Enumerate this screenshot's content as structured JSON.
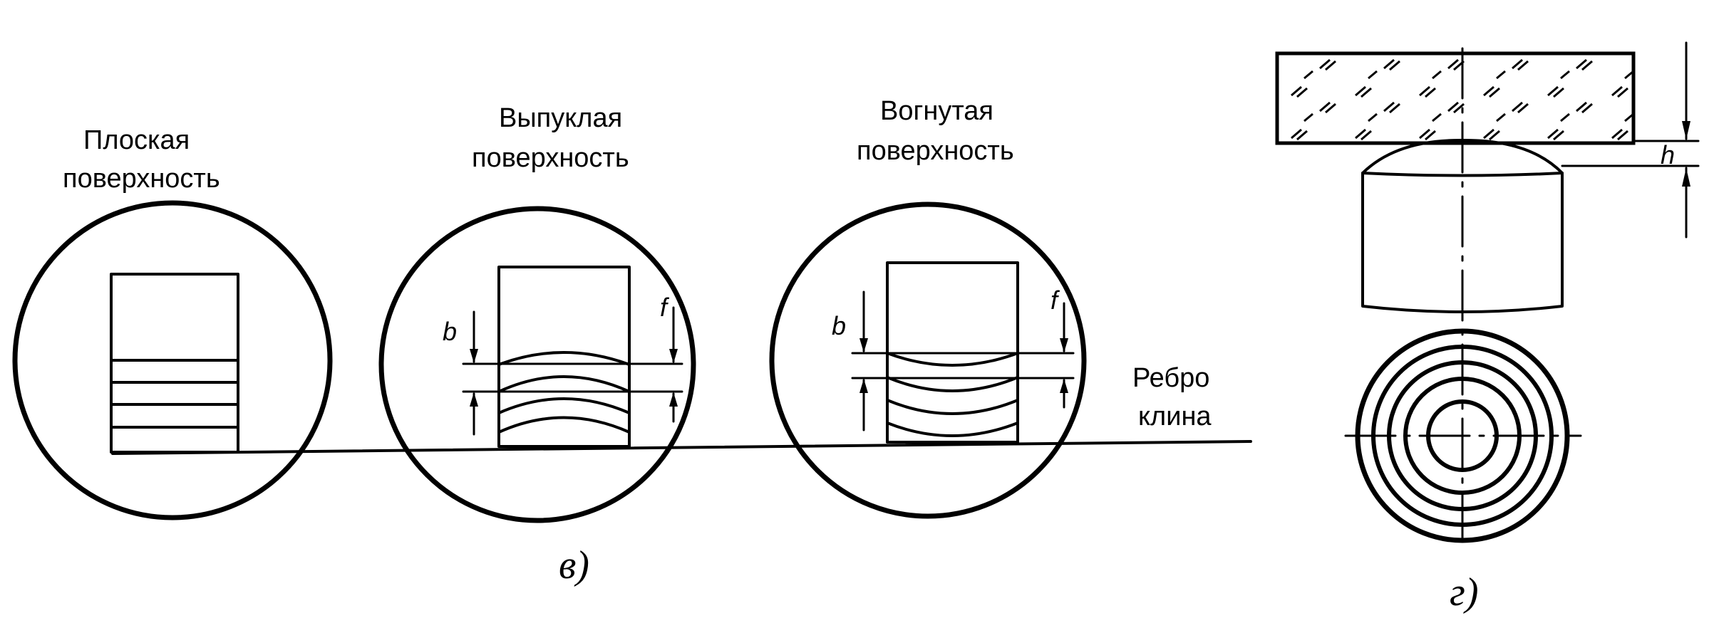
{
  "labels": {
    "flat": [
      "Плоская",
      "поверхность"
    ],
    "convex": [
      "Выпуклая",
      "поверхность"
    ],
    "concave": [
      "Вогнутая",
      "поверхность"
    ],
    "edge": [
      "Ребро",
      "клина"
    ]
  },
  "dimensions": {
    "b": "b",
    "f": "f",
    "h": "h"
  },
  "captions": {
    "left": "в)",
    "right": "г)"
  }
}
